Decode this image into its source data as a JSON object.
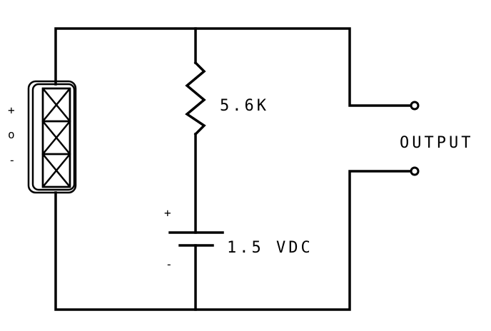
{
  "diagram": {
    "resistor_label": "5.6K",
    "battery_label": "1.5 VDC",
    "output_label": "OUTPUT",
    "battery_plus": "+",
    "battery_minus": "-",
    "sensor_plus": "+",
    "sensor_mid": "o",
    "sensor_minus": "-"
  },
  "colors": {
    "line": "#000000",
    "background": "#ffffff"
  }
}
